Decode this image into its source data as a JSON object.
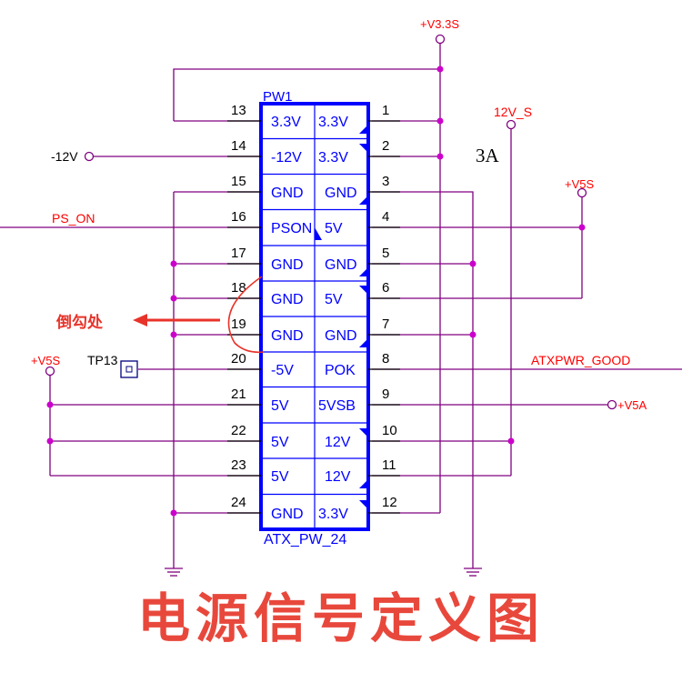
{
  "designator": "PW1",
  "part_name": "ATX_PW_24",
  "rail_3v3s": "+V3.3S",
  "rail_12v_s": "12V_S",
  "current_note": "3A",
  "rail_v5s_right": "+V5S",
  "rail_v5s_left": "+V5S",
  "rail_v5a": "+V5A",
  "net_minus12v": "-12V",
  "net_ps_on": "PS_ON",
  "net_atxpwr_good": "ATXPWR_GOOD",
  "testpoint": "TP13",
  "annotation": "倒勾处",
  "title": "电源信号定义图",
  "colors": {
    "wire": "#800080",
    "junction": "#cc00cc",
    "label_red": "#ff0000",
    "pin_blue": "#0000ff",
    "pin_num": "#000000",
    "title_red": "#e8483c"
  },
  "left_pins": [
    {
      "num": "13",
      "label": "3.3V"
    },
    {
      "num": "14",
      "label": "-12V"
    },
    {
      "num": "15",
      "label": "GND"
    },
    {
      "num": "16",
      "label": "PSON"
    },
    {
      "num": "17",
      "label": "GND"
    },
    {
      "num": "18",
      "label": "GND"
    },
    {
      "num": "19",
      "label": "GND"
    },
    {
      "num": "20",
      "label": "-5V"
    },
    {
      "num": "21",
      "label": "5V"
    },
    {
      "num": "22",
      "label": "5V"
    },
    {
      "num": "23",
      "label": "5V"
    },
    {
      "num": "24",
      "label": "GND"
    }
  ],
  "right_pins": [
    {
      "num": "1",
      "label": "3.3V"
    },
    {
      "num": "2",
      "label": "3.3V"
    },
    {
      "num": "3",
      "label": "GND"
    },
    {
      "num": "4",
      "label": "5V"
    },
    {
      "num": "5",
      "label": "GND"
    },
    {
      "num": "6",
      "label": "5V"
    },
    {
      "num": "7",
      "label": "GND"
    },
    {
      "num": "8",
      "label": "POK"
    },
    {
      "num": "9",
      "label": "5VSB"
    },
    {
      "num": "10",
      "label": "12V"
    },
    {
      "num": "11",
      "label": "12V"
    },
    {
      "num": "12",
      "label": "3.3V"
    }
  ]
}
